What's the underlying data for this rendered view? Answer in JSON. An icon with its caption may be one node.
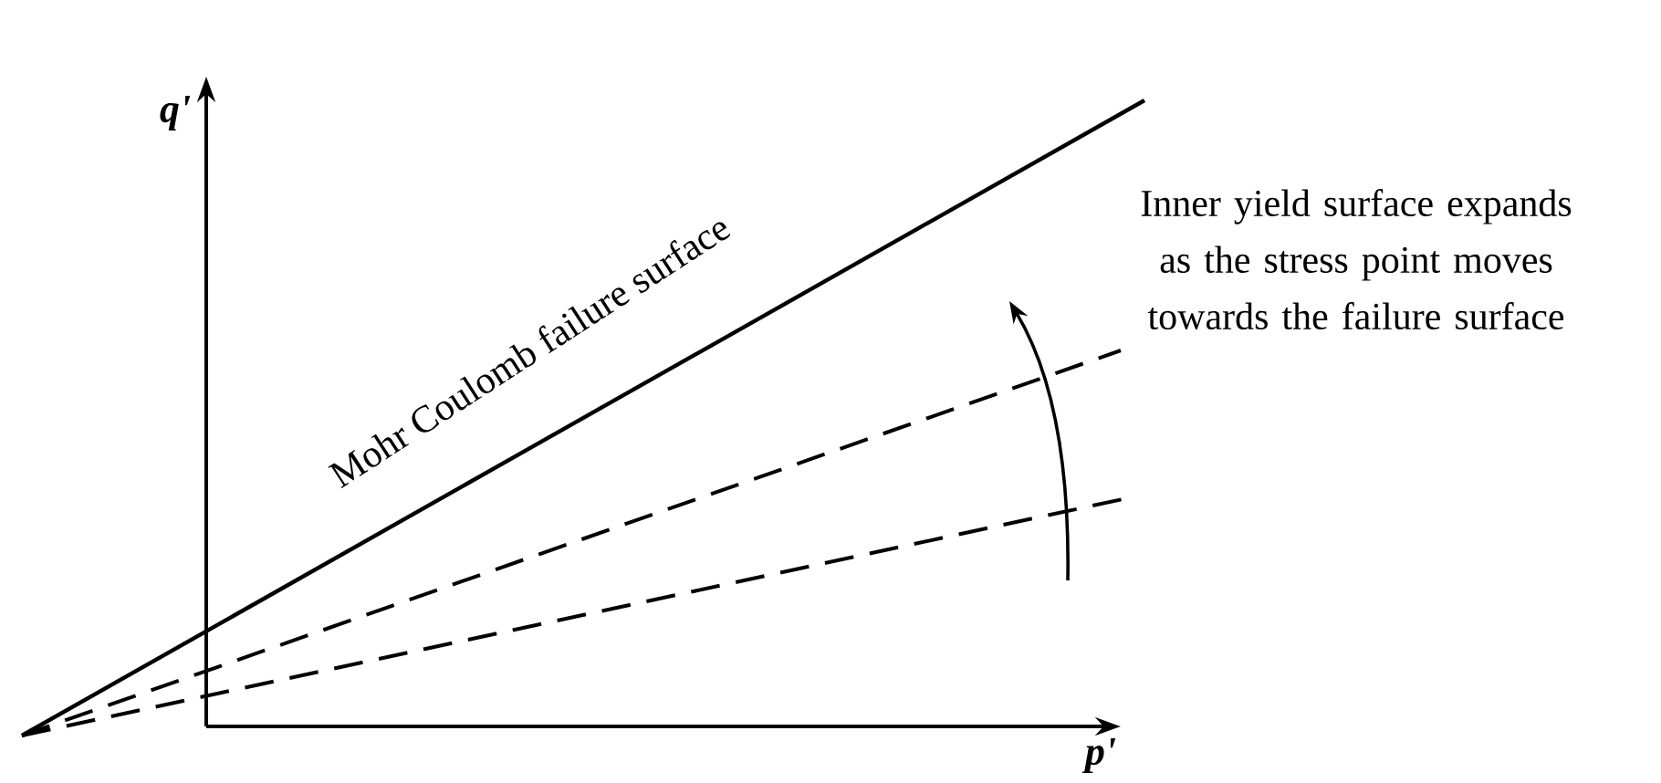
{
  "diagram": {
    "labels": [
      "q'",
      "p'",
      "Mohr Coulomb failure surface",
      "Inner yield surface expands as the stress point moves towards the failure surface"
    ]
  }
}
